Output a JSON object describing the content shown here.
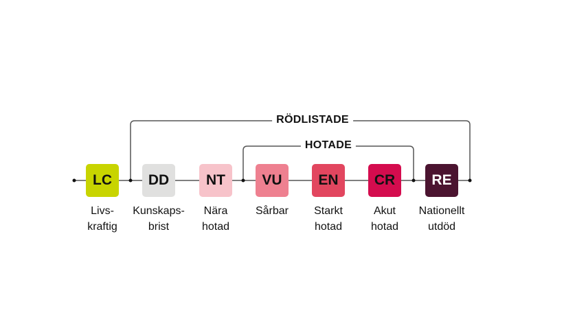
{
  "groups": {
    "redlisted": "RÖDLISTADE",
    "threatened": "HOTADE"
  },
  "categories": [
    {
      "code": "LC",
      "label": "Livs-\nkraftig",
      "color": "#c8d400",
      "text_color": "#111111"
    },
    {
      "code": "DD",
      "label": "Kunskaps-\nbrist",
      "color": "#e0e0df",
      "text_color": "#111111"
    },
    {
      "code": "NT",
      "label": "Nära\nhotad",
      "color": "#f7c3ca",
      "text_color": "#111111"
    },
    {
      "code": "VU",
      "label": "Sårbar",
      "color": "#ee8090",
      "text_color": "#111111"
    },
    {
      "code": "EN",
      "label": "Starkt\nhotad",
      "color": "#e2465f",
      "text_color": "#111111"
    },
    {
      "code": "CR",
      "label": "Akut\nhotad",
      "color": "#d40c4e",
      "text_color": "#111111"
    },
    {
      "code": "RE",
      "label": "Nationellt\nutdöd",
      "color": "#4b1430",
      "text_color": "#ffffff"
    }
  ]
}
